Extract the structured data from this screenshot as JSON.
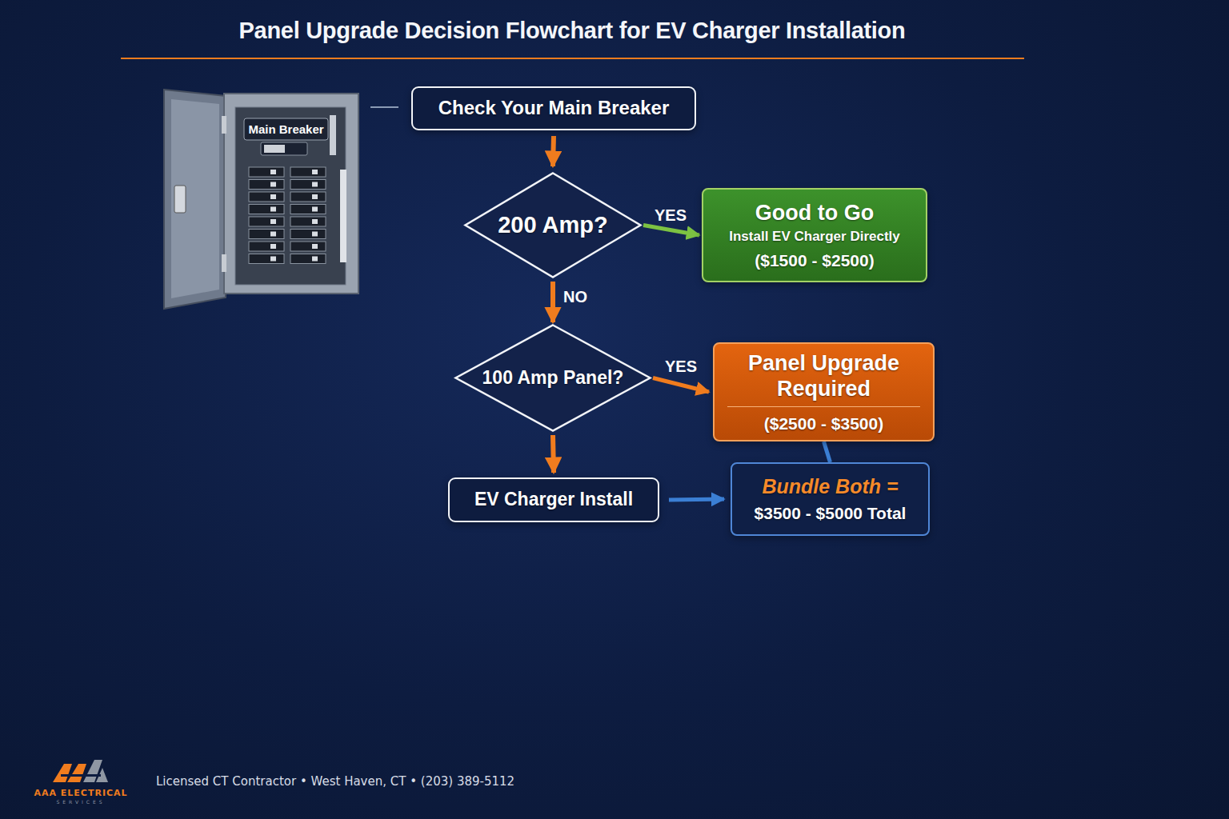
{
  "diagram": {
    "title": "Panel Upgrade Decision Flowchart for EV Charger Installation",
    "nodes": [
      {
        "text": [
          "Check Your Main Breaker"
        ]
      },
      {
        "text": [
          "200 Amp?"
        ]
      },
      {
        "text": [
          "Good to Go",
          "Install EV Charger Directly",
          "($1500 - $2500)"
        ]
      },
      {
        "text": [
          "100 Amp Panel?"
        ]
      },
      {
        "text": [
          "Panel Upgrade Required",
          "($2500 - $3500)"
        ]
      },
      {
        "text": [
          "EV Charger Install"
        ]
      },
      {
        "text": [
          "Bundle Both =",
          "$3500 - $5000 Total"
        ]
      }
    ],
    "edges": [
      {
        "from": 0,
        "to": 1,
        "arrow": "to"
      },
      {
        "from": 1,
        "to": 2,
        "label": "YES",
        "arrow": "to"
      },
      {
        "from": 1,
        "to": 3,
        "label": "NO",
        "arrow": "to"
      },
      {
        "from": 3,
        "to": 4,
        "label": "YES",
        "arrow": "to"
      },
      {
        "from": 3,
        "to": 5,
        "arrow": "to"
      },
      {
        "from": 5,
        "to": 6,
        "arrow": "to"
      },
      {
        "from": 4,
        "to": 6,
        "arrow": "none"
      }
    ],
    "labels": [
      "Main Breaker",
      "Licensed CT Contractor • West Haven, CT • (203) 389-5112",
      "AAA ELECTRICAL",
      "SERVICES"
    ]
  }
}
